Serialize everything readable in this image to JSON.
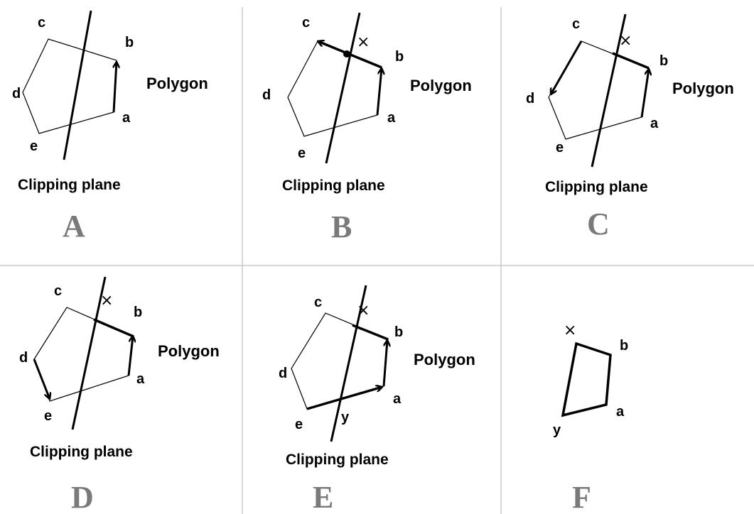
{
  "panels": [
    {
      "id": "A",
      "letter": "A",
      "polygon_label": "Polygon",
      "plane_label": "Clipping plane",
      "vertices": {
        "a": "a",
        "b": "b",
        "c": "c",
        "d": "d",
        "e": "e"
      }
    },
    {
      "id": "B",
      "letter": "B",
      "polygon_label": "Polygon",
      "plane_label": "Clipping plane",
      "vertices": {
        "a": "a",
        "b": "b",
        "c": "c",
        "d": "d",
        "e": "e"
      },
      "marks": {
        "x": "×"
      }
    },
    {
      "id": "C",
      "letter": "C",
      "polygon_label": "Polygon",
      "plane_label": "Clipping plane",
      "vertices": {
        "a": "a",
        "b": "b",
        "c": "c",
        "d": "d",
        "e": "e"
      },
      "marks": {
        "x": "×"
      }
    },
    {
      "id": "D",
      "letter": "D",
      "polygon_label": "Polygon",
      "plane_label": "Clipping plane",
      "vertices": {
        "a": "a",
        "b": "b",
        "c": "c",
        "d": "d",
        "e": "e"
      },
      "marks": {
        "x": "×"
      }
    },
    {
      "id": "E",
      "letter": "E",
      "polygon_label": "Polygon",
      "plane_label": "Clipping plane",
      "vertices": {
        "a": "a",
        "b": "b",
        "c": "c",
        "d": "d",
        "e": "e"
      },
      "marks": {
        "x": "×",
        "y": "y"
      }
    },
    {
      "id": "F",
      "letter": "F",
      "vertices": {
        "a": "a",
        "b": "b"
      },
      "marks": {
        "x": "×",
        "y": "y"
      }
    }
  ],
  "colors": {
    "line": "#000000",
    "letter": "#7a7a7a",
    "divider": "#c8c8c8"
  }
}
